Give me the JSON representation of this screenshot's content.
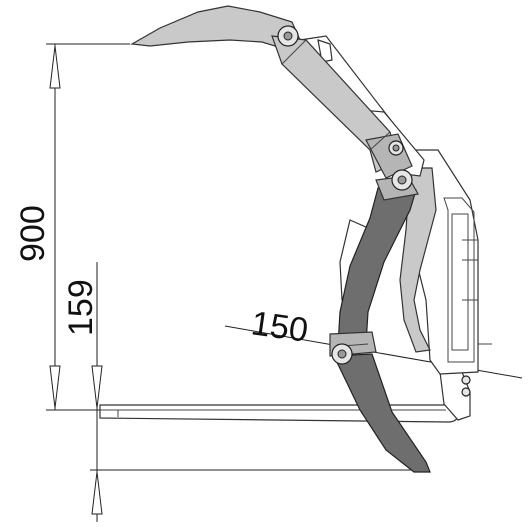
{
  "dimensions": {
    "total_height": "900",
    "tine_height": "159",
    "tine_length": "150"
  },
  "colors": {
    "upper_arm": "#c9c9c9",
    "lower_arm": "#6e6e6e",
    "lines": "#222222",
    "background": "#ffffff"
  }
}
